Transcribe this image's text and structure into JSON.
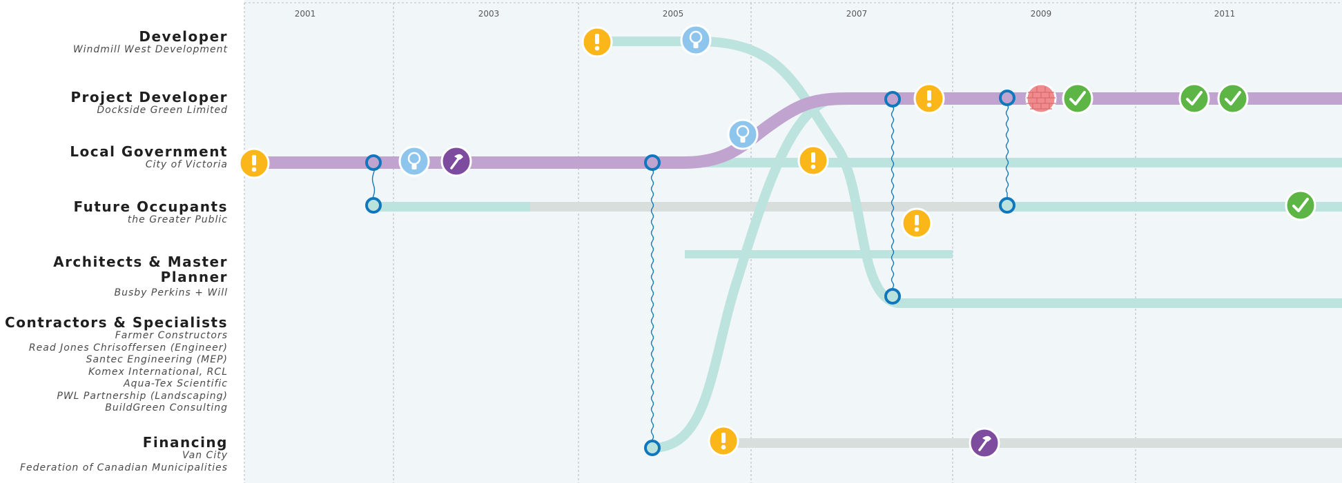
{
  "years": [
    "2001",
    "2003",
    "2005",
    "2007",
    "2009",
    "2011"
  ],
  "actors": [
    {
      "name": "Developer",
      "sub": [
        "Windmill West Development"
      ]
    },
    {
      "name": "Project Developer",
      "sub": [
        "Dockside Green Limited"
      ]
    },
    {
      "name": "Local Government",
      "sub": [
        "City of Victoria"
      ]
    },
    {
      "name": "Future Occupants",
      "sub": [
        "the Greater Public"
      ]
    },
    {
      "name": "Architects & Master Planner",
      "sub": [
        "Busby Perkins + Will"
      ]
    },
    {
      "name": "Contractors & Specialists",
      "sub": [
        "Farmer Constructors",
        "Read Jones Chrisoffersen (Engineer)",
        "Santec Engineering (MEP)",
        "Komex International, RCL",
        "Aqua-Tex Scientific",
        "PWL Partnership (Landscaping)",
        "BuildGreen Consulting"
      ]
    },
    {
      "name": "Financing",
      "sub": [
        "Van City",
        "Federation of Canadian Municipalities"
      ]
    }
  ],
  "colors": {
    "background_band": "#f1f6f8",
    "primary_track": "#c1a3d0",
    "secondary_track": "#bce3dd",
    "inactive_track": "#d8dedb",
    "node_ring": "#1177bd",
    "alert": "#fbb61a",
    "idea": "#8dc5ec",
    "build": "#7d4c9f",
    "complete": "#5cb545",
    "obstacle": "#ef8b8c"
  },
  "legend_icons": {
    "alert": "exclamation-icon",
    "idea": "lightbulb-icon",
    "build": "hammer-icon",
    "complete": "checkmark-icon",
    "obstacle": "brick-wall-icon",
    "node": "ring-node-icon"
  }
}
